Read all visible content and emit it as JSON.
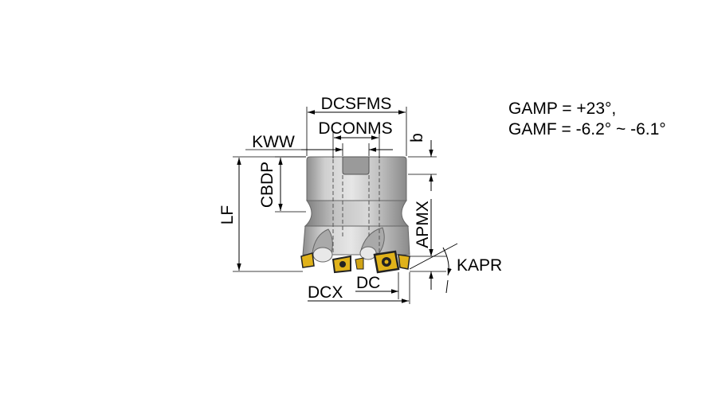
{
  "diagram": {
    "labels": {
      "dcsfms": "DCSFMS",
      "dconms": "DCONMS",
      "kww": "KWW",
      "b": "b",
      "cbdp": "CBDP",
      "lf": "LF",
      "apmx": "APMX",
      "kapr": "KAPR",
      "dcx": "DCX",
      "dc": "DC"
    },
    "notes": {
      "gamp": "GAMP = +23°,",
      "gamf": "GAMF = -6.2° ~ -6.1°"
    },
    "colors": {
      "body_light": "#d9d9d9",
      "body_mid": "#b4b4b4",
      "body_dark": "#8a8a8a",
      "insert_gold": "#e0b21a",
      "insert_dark": "#222222"
    }
  }
}
